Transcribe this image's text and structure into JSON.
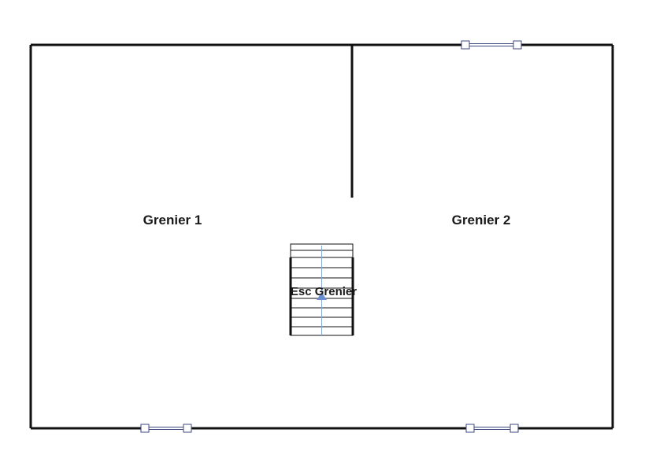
{
  "plan": {
    "rooms": [
      {
        "id": "grenier-1",
        "label": "Grenier 1"
      },
      {
        "id": "grenier-2",
        "label": "Grenier 2"
      }
    ],
    "stair": {
      "label": "Esc Grenier"
    },
    "colors": {
      "wall": "#111111",
      "window_frame": "#3c4a80",
      "window_fill": "#ffffff",
      "stair_arrow": "#6a8fd0",
      "stair_line": "#8aa6d8"
    }
  }
}
